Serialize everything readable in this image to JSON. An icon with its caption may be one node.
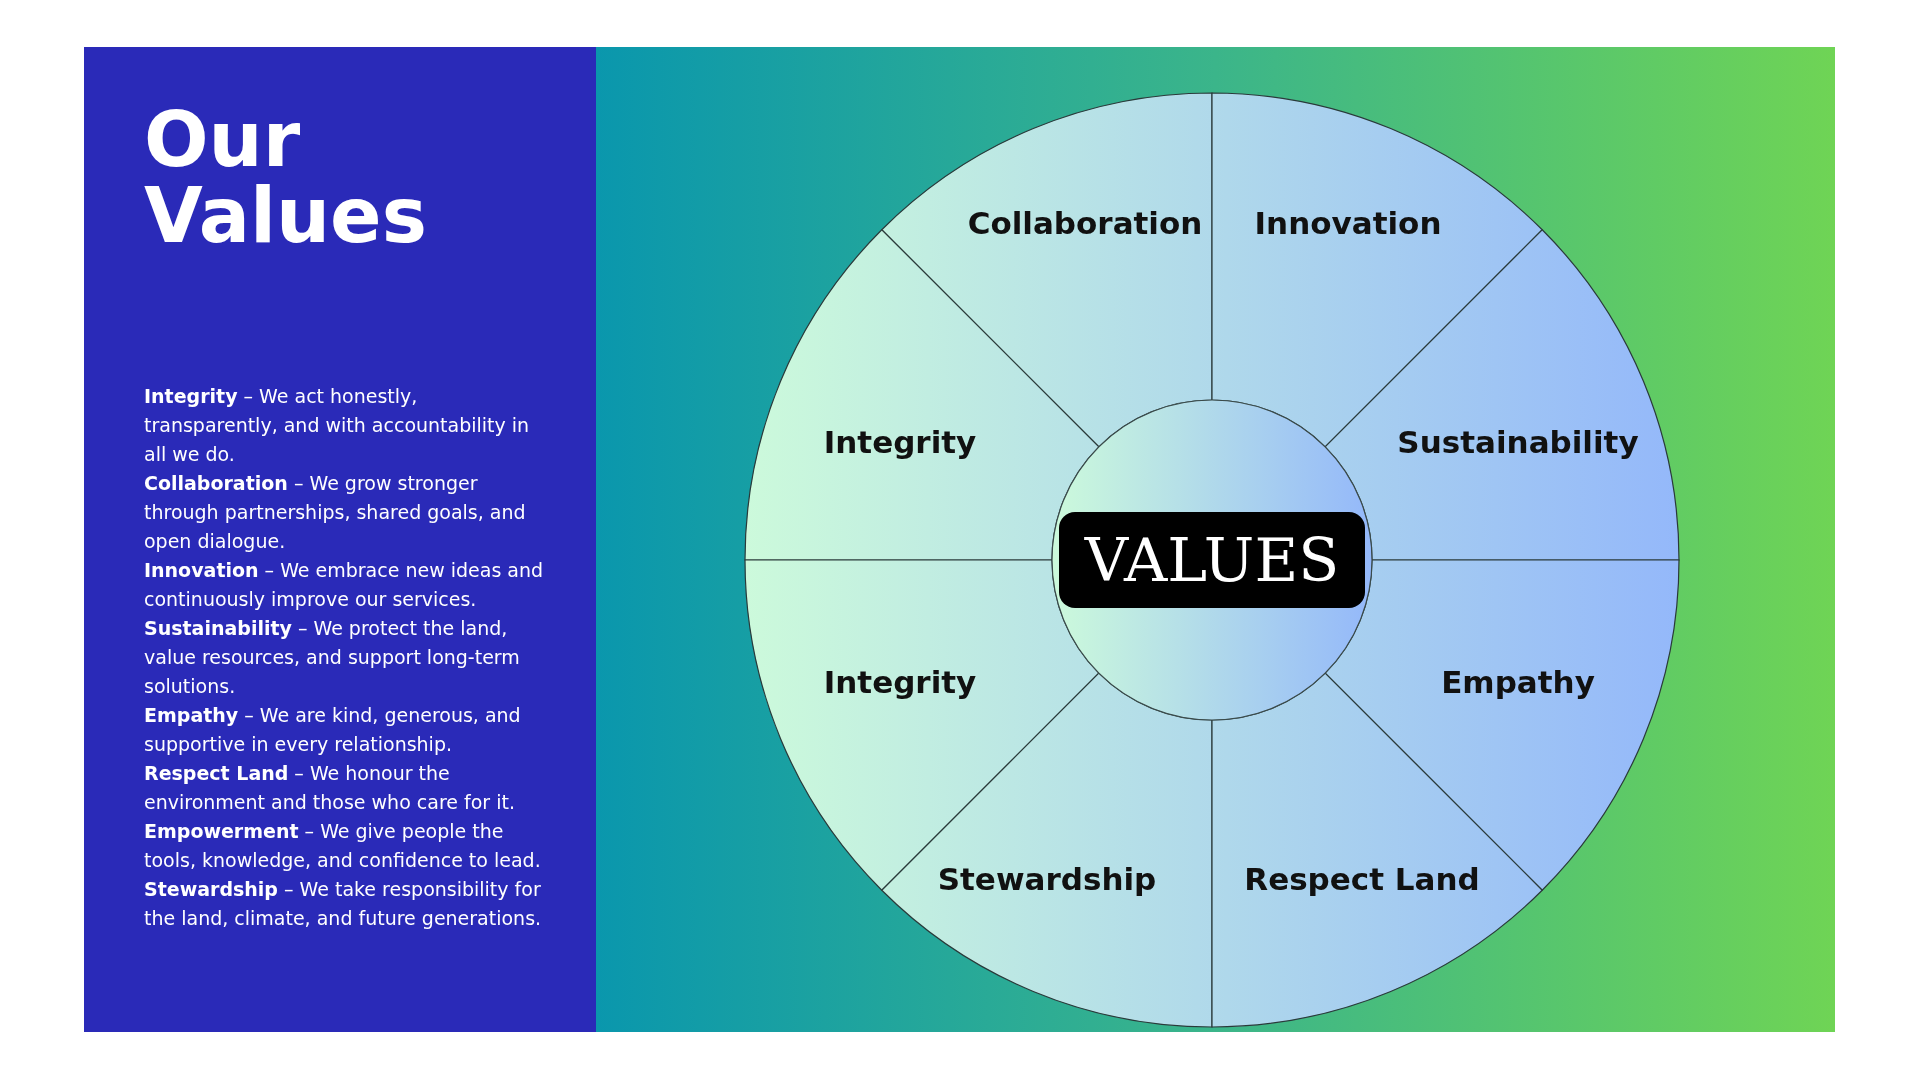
{
  "diagram": {
    "title": "Our Values",
    "nodes": [
      {
        "text": [
          "Collaboration"
        ]
      },
      {
        "text": [
          "Innovation"
        ]
      },
      {
        "text": [
          "Integrity"
        ]
      },
      {
        "text": [
          "Sustainability"
        ]
      },
      {
        "text": [
          "Integrity"
        ]
      },
      {
        "text": [
          "Empathy"
        ]
      },
      {
        "text": [
          "Stewardship"
        ]
      },
      {
        "text": [
          "Respect Land"
        ]
      },
      {
        "text": [],
        "shape": "circle"
      },
      {
        "text": [
          "VALUES"
        ],
        "in": 8
      }
    ],
    "edges": [],
    "labels": [
      "**Integrity** – We act honestly, transparently, and with accountability in all we do.",
      "**Collaboration** – We grow stronger through partnerships, shared goals, and open dialogue.",
      "**Innovation** – We embrace new ideas and continuously improve our services.",
      "**Sustainability** – We protect the land, value resources, and support long-term solutions.",
      "**Empathy** – We are kind, generous, and supportive in every relationship.",
      "**Respect Land** – We honour the environment and those who care for it.",
      "**Empowerment** – We give people the tools, knowledge, and confidence to lead.",
      "**Stewardship** – We take responsibility for the land, climate, and future generations."
    ]
  }
}
